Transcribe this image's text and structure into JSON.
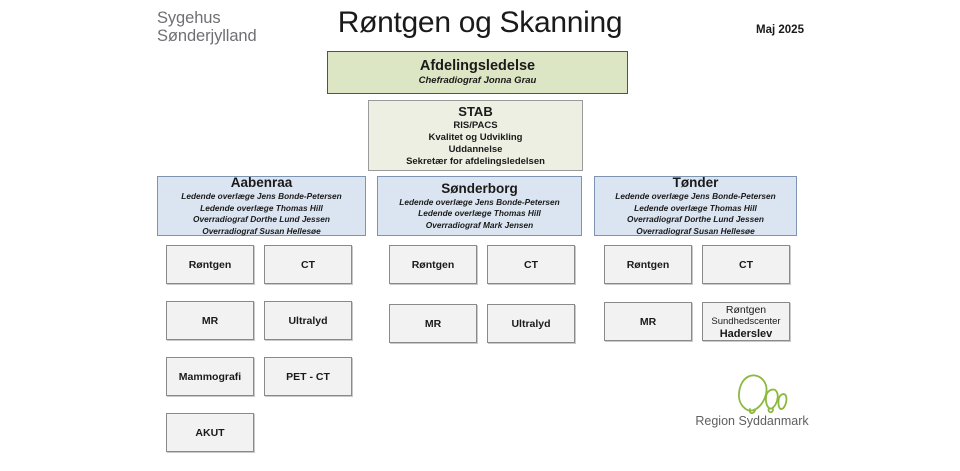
{
  "header": {
    "hospital_logo_line1": "Sygehus",
    "hospital_logo_line2": "Sønderjylland",
    "title": "Røntgen og Skanning",
    "date": "Maj 2025"
  },
  "management": {
    "title": "Afdelingsledelse",
    "subtitle": "Chefradiograf Jonna Grau",
    "fill_color": "#dde6c4",
    "border_color": "#4e5b31"
  },
  "staff": {
    "title": "STAB",
    "lines": [
      "RIS/PACS",
      "Kvalitet og Udvikling",
      "Uddannelse",
      "Sekretær for afdelingsledelsen"
    ],
    "fill_color": "#eeefe3",
    "border_color": "#9a9a9a"
  },
  "sites": [
    {
      "name": "Aabenraa",
      "staff": [
        "Ledende overlæge Jens Bonde-Petersen",
        "Ledende overlæge Thomas Hill",
        "Overradiograf Dorthe Lund Jessen",
        "Overradiograf Susan Hellesøe"
      ],
      "modalities": [
        "Røntgen",
        "CT",
        "MR",
        "Ultralyd",
        "Mammografi",
        "PET - CT",
        "AKUT"
      ]
    },
    {
      "name": "Sønderborg",
      "staff": [
        "Ledende overlæge Jens Bonde-Petersen",
        "Ledende overlæge Thomas Hill",
        "Overradiograf Mark Jensen"
      ],
      "modalities": [
        "Røntgen",
        "CT",
        "MR",
        "Ultralyd"
      ]
    },
    {
      "name": "Tønder",
      "staff": [
        "Ledende overlæge Jens Bonde-Petersen",
        "Ledende overlæge Thomas Hill",
        "Overradiograf Dorthe Lund Jessen",
        "Overradiograf Susan Hellesøe"
      ],
      "modalities": [
        "Røntgen",
        "CT",
        "MR"
      ],
      "special_modality": {
        "line1": "Røntgen",
        "line2": "Sundhedscenter",
        "line3": "Haderslev"
      }
    }
  ],
  "region_logo": {
    "text": "Region Syddanmark",
    "color": "#8cb83f",
    "text_color": "#5f6062"
  },
  "colors": {
    "site_fill": "#dbe5f1",
    "site_border": "#7e93b0",
    "modality_fill": "#f2f2f2",
    "modality_border": "#8a8a8a"
  }
}
